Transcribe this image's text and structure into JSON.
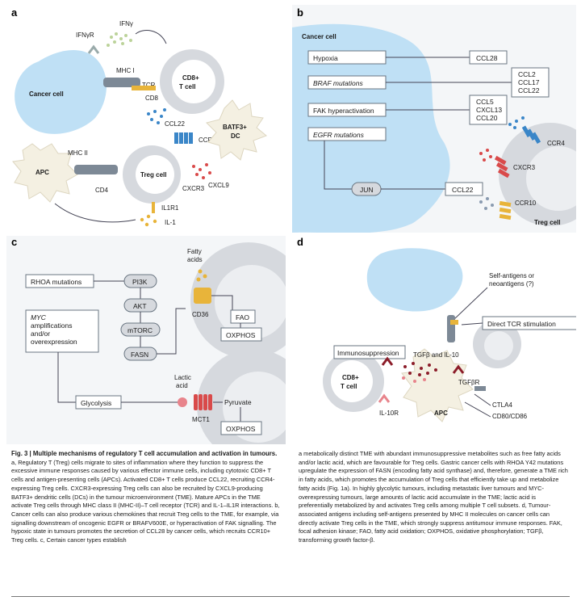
{
  "panels": {
    "a": {
      "letter": "a",
      "ifnyr": "IFNγR",
      "ifny": "IFNγ",
      "mhc1": "MHC I",
      "tcr": "TCR",
      "cd8_mol": "CD8",
      "cancer_cell": "Cancer cell",
      "cd8_cell_l1": "CD8+",
      "cd8_cell_l2": "T cell",
      "ccl22": "CCL22",
      "ccr4": "CCR4",
      "batf3_l1": "BATF3+",
      "batf3_l2": "DC",
      "mhc2": "MHC II",
      "apc": "APC",
      "treg": "Treg cell",
      "cd4": "CD4",
      "cxcr3": "CXCR3",
      "cxcl9": "CXCL9",
      "il1r1": "IL1R1",
      "il1": "IL-1"
    },
    "b": {
      "letter": "b",
      "cancer_cell": "Cancer cell",
      "rows": [
        {
          "label": "Hypoxia",
          "out": "CCL28"
        },
        {
          "label": "BRAF mutations",
          "out1": "CCL2",
          "out2": "CCL17",
          "out3": "CCL22"
        },
        {
          "label": "FAK hyperactivation",
          "out1": "CCL5",
          "out2": "CXCL13",
          "out3": "CCL20"
        },
        {
          "label": "EGFR mutations"
        }
      ],
      "jun": "JUN",
      "jun_out": "CCL22",
      "ccr4": "CCR4",
      "cxcr3": "CXCR3",
      "ccr10": "CCR10",
      "treg": "Treg cell"
    },
    "c": {
      "letter": "c",
      "rhoa": "RHOA mutations",
      "pi3k": "PI3K",
      "akt": "AKT",
      "mtorc": "mTORC",
      "fasn": "FASN",
      "myc_l1": "MYC",
      "myc_l2": "amplifications",
      "myc_l3": "and/or",
      "myc_l4": "overexpression",
      "glycolysis": "Glycolysis",
      "fatty_l1": "Fatty",
      "fatty_l2": "acids",
      "cd36": "CD36",
      "fao": "FAO",
      "oxphos1": "OXPHOS",
      "lactic_l1": "Lactic",
      "lactic_l2": "acid",
      "mct1": "MCT1",
      "pyruvate": "Pyruvate",
      "oxphos2": "OXPHOS"
    },
    "d": {
      "letter": "d",
      "self_l1": "Self-antigens or",
      "self_l2": "neoantigens (?)",
      "direct_tcr": "Direct TCR stimulation",
      "immuno": "Immunosuppression",
      "tgfb": "TGFβ and IL-10",
      "tgfbr": "TGFβR",
      "cd8_l1": "CD8+",
      "cd8_l2": "T cell",
      "il10r": "IL-10R",
      "apc": "APC",
      "ctla4": "CTLA4",
      "cd80": "CD80/CD86"
    }
  },
  "caption": {
    "fig_label": "Fig. 3 | Multiple mechanisms of regulatory T cell accumulation and activation in tumours.",
    "left": "a, Regulatory T (Treg) cells migrate to sites of inflammation where they function to suppress the excessive immune responses caused by various effector immune cells, including cytotoxic CD8+ T cells and antigen-presenting cells (APCs). Activated CD8+ T cells produce CCL22, recruiting CCR4-expressing Treg cells. CXCR3-expressing Treg cells can also be recruited by CXCL9-producing BATF3+ dendritic cells (DCs) in the tumour microenvironment (TME). Mature APCs in the TME activate Treg cells through MHC class II (MHC-II)–T cell receptor (TCR) and IL-1–IL1R interactions. b, Cancer cells can also produce various chemokines that recruit Treg cells to the TME, for example, via signalling downstream of oncogenic EGFR or BRAFV600E, or hyperactivation of FAK signalling. The hypoxic state in tumours promotes the secretion of CCL28 by cancer cells, which recruits CCR10+ Treg cells. c, Certain cancer types establish",
    "right": "a metabolically distinct TME with abundant immunosuppressive metabolites such as free fatty acids and/or lactic acid, which are favourable for Treg cells. Gastric cancer cells with RHOA Y42 mutations upregulate the expression of FASN (encoding fatty acid synthase) and, therefore, generate a TME rich in fatty acids, which promotes the accumulation of Treg cells that efficiently take up and metabolize fatty acids (Fig. 1a). In highly glycolytic tumours, including metastatic liver tumours and MYC-overexpressing tumours, large amounts of lactic acid accumulate in the TME; lactic acid is preferentially metabolized by and activates Treg cells among multiple T cell subsets. d, Tumour-associated antigens including self-antigens presented by MHC II molecules on cancer cells can directly activate Treg cells in the TME, which strongly suppress antitumour immune responses. FAK, focal adhesion kinase; FAO, fatty acid oxidation; OXPHOS, oxidative phosphorylation; TGFβ, transforming growth factor-β."
  },
  "colors": {
    "cancer_blue": "#bfe0f5",
    "treg_grey": "#d6d9de",
    "apc_cream": "#f4f0e2",
    "box_border": "#6a7682",
    "dark_red": "#8c1d2a",
    "ccr4_blue": "#3a86c8",
    "cxcr3_red": "#d94a4a",
    "gold": "#e8b43a"
  }
}
